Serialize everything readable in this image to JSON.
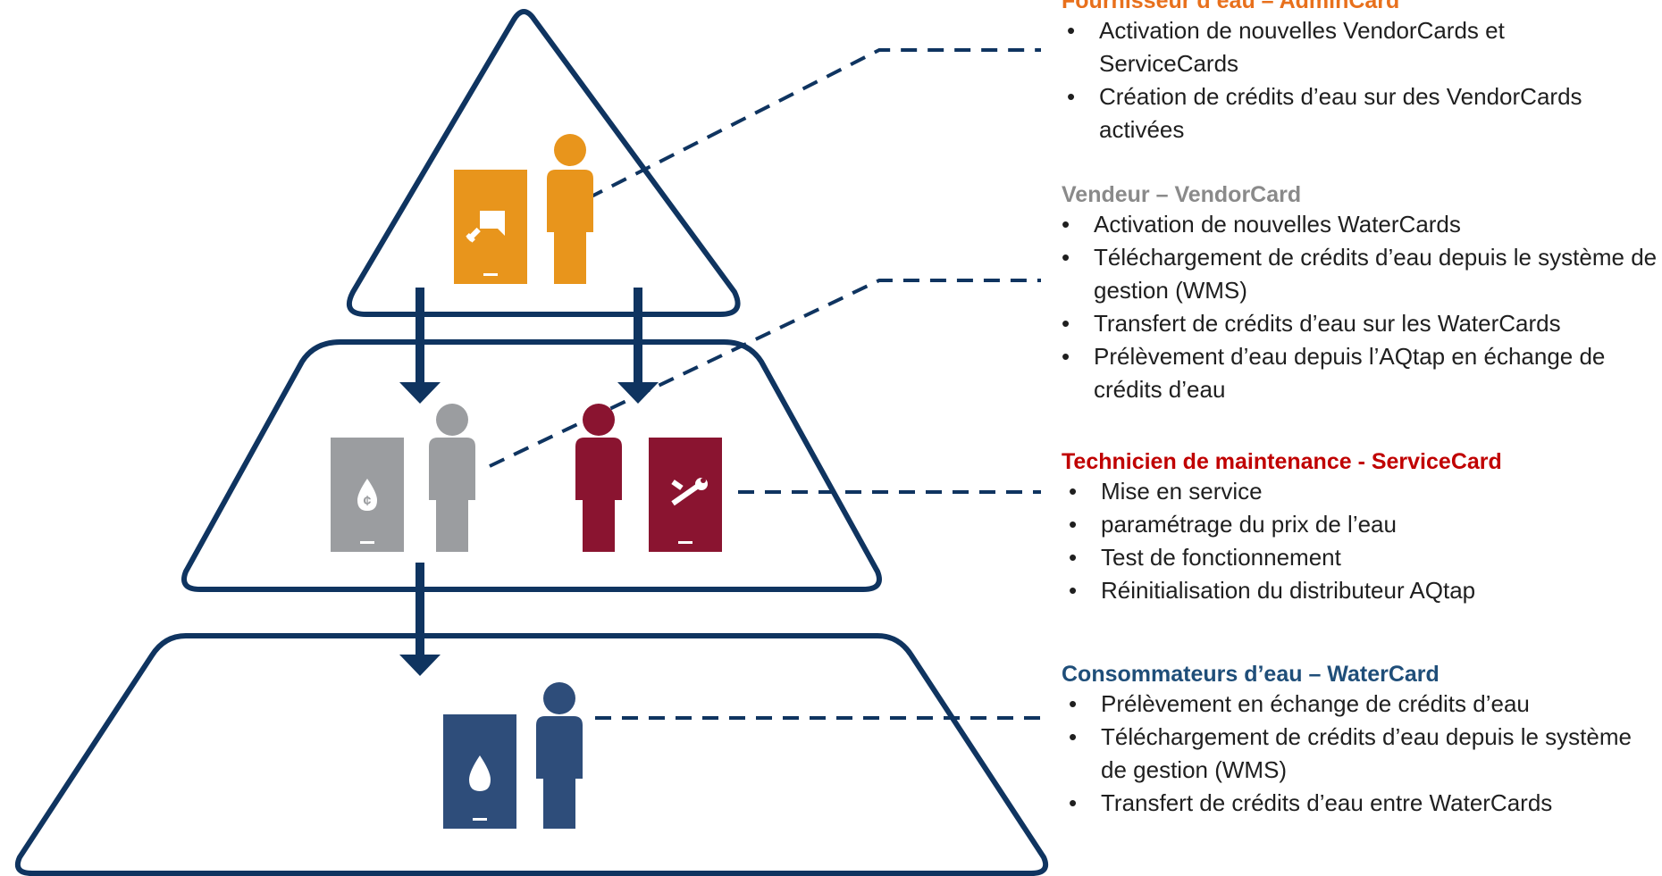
{
  "colors": {
    "navy": "#0f3460",
    "orange": "#e8951c",
    "grey": "#9b9da0",
    "maroon": "#8a1430",
    "blue": "#2e4d7a",
    "heading_orange": "#e8701c",
    "heading_grey": "#8a8a8a",
    "heading_red": "#c00000",
    "heading_blue": "#1f4e79"
  },
  "icons": {
    "admin_card": "key-icon",
    "vendor_card": "water-credit-icon",
    "service_card": "wrench-icon",
    "water_card": "water-drop-icon"
  },
  "sections": [
    {
      "id": "admin",
      "heading": "Fournisseur d’eau – AdminCard",
      "color": "#e8701c",
      "bullets": [
        "Activation de nouvelles VendorCards et ServiceCards",
        "Création de crédits d’eau sur des VendorCards activées"
      ]
    },
    {
      "id": "vendor",
      "heading": "Vendeur – VendorCard",
      "color": "#8a8a8a",
      "bullets": [
        "Activation de nouvelles WaterCards",
        "Téléchargement de crédits d’eau depuis le système de gestion (WMS)",
        "Transfert de crédits d’eau sur les WaterCards",
        "Prélèvement d’eau depuis l’AQtap en échange de crédits d’eau"
      ]
    },
    {
      "id": "service",
      "heading": "Technicien de maintenance - ServiceCard",
      "color": "#c00000",
      "bullets": [
        "Mise en service",
        "paramétrage du prix de l’eau",
        "Test de fonctionnement",
        "Réinitialisation du distributeur AQtap"
      ]
    },
    {
      "id": "water",
      "heading": "Consommateurs d’eau – WaterCard",
      "color": "#1f4e79",
      "bullets": [
        "Prélèvement en échange de crédits d’eau",
        "Téléchargement de crédits d’eau depuis le système de gestion (WMS)",
        "Transfert de crédits d’eau entre WaterCards"
      ]
    }
  ]
}
